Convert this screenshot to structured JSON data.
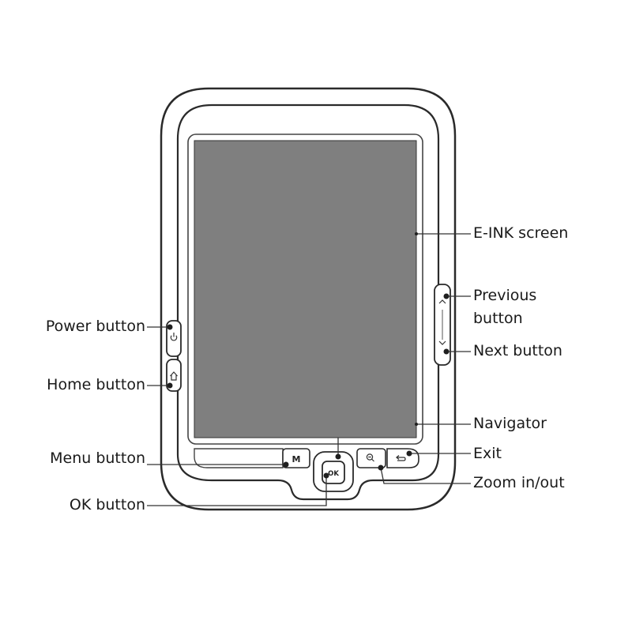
{
  "labels": {
    "eink_screen": "E-INK screen",
    "previous_button_line1": "Previous",
    "previous_button_line2": "button",
    "next_button": "Next button",
    "navigator": "Navigator",
    "exit": "Exit",
    "zoom": "Zoom in/out",
    "power_button": "Power button",
    "home_button": "Home button",
    "menu_button": "Menu button",
    "ok_button": "OK button"
  },
  "keys": {
    "menu": "M",
    "ok": "OK"
  },
  "colors": {
    "screen": "#7f7f7f",
    "outline": "#2a2a2a",
    "leader": "#333333",
    "background": "#ffffff"
  },
  "icons": {
    "power": "power-icon",
    "home": "home-icon",
    "previous": "chevron-up-icon",
    "next": "chevron-down-icon",
    "zoom": "zoom-icon",
    "exit": "back-arrow-icon"
  }
}
